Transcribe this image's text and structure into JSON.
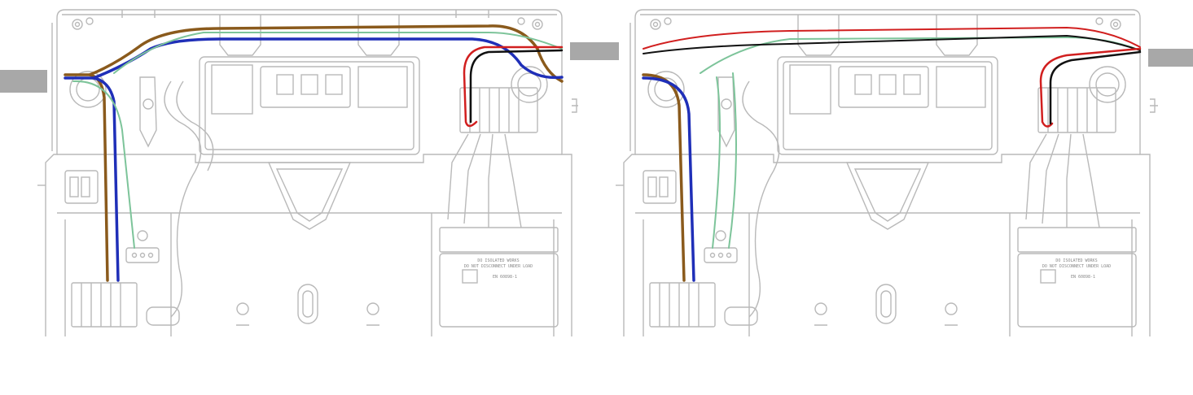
{
  "panels": [
    {
      "id": "left",
      "terminal_block_text": {
        "line1": "DO ISOLATED WORKS",
        "line2": "DO NOT DISCONNECT UNDER LOAD",
        "line3": "EN 60898-1"
      },
      "wires": [
        {
          "name": "brown",
          "color": "#8a5a1c"
        },
        {
          "name": "blue",
          "color": "#1f2fb8"
        },
        {
          "name": "green",
          "color": "#7dc49a"
        },
        {
          "name": "red",
          "color": "#d11f1f"
        },
        {
          "name": "black",
          "color": "#111111"
        }
      ]
    },
    {
      "id": "right",
      "terminal_block_text": {
        "line1": "DO ISOLATED WORKS",
        "line2": "DO NOT DISCONNECT UNDER LOAD",
        "line3": "EN 60898-1"
      },
      "wires": [
        {
          "name": "brown",
          "color": "#8a5a1c"
        },
        {
          "name": "blue",
          "color": "#1f2fb8"
        },
        {
          "name": "green",
          "color": "#7dc49a"
        },
        {
          "name": "red",
          "color": "#d11f1f"
        },
        {
          "name": "black",
          "color": "#111111"
        }
      ]
    }
  ],
  "colors": {
    "outline": "#b9b9b9",
    "outline_dark": "#9a9a9a",
    "conduit": "#a8a8a8"
  }
}
